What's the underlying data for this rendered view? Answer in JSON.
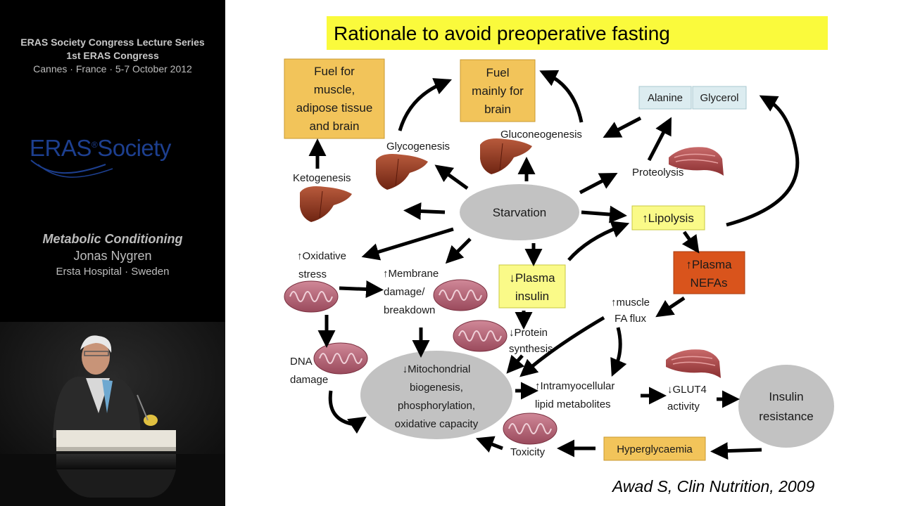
{
  "sidebar": {
    "series_title": "ERAS Society Congress Lecture Series",
    "congress": "1st ERAS Congress",
    "location": "Cannes · France · 5-7 October 2012",
    "logo_text": "ERAS",
    "logo_mark": "®",
    "logo_word": "Society",
    "talk_title": "Metabolic Conditioning",
    "speaker": "Jonas Nygren",
    "affiliation": "Ersta Hospital · Sweden"
  },
  "slide": {
    "title": "Rationale to avoid preoperative fasting",
    "citation": "Awad S, Clin Nutrition, 2009",
    "colors": {
      "banner": "#fafa3c",
      "fuel_box": "#f2c45a",
      "amino_box": "#dcecf0",
      "lipolysis_box": "#fafa88",
      "nefa_box": "#d9541c",
      "ellipse": "#c2c2c2"
    },
    "nodes": {
      "fuel_muscle": [
        "Fuel for",
        "muscle,",
        "adipose tissue",
        "and brain"
      ],
      "fuel_brain": [
        "Fuel",
        "mainly for",
        "brain"
      ],
      "alanine": "Alanine",
      "glycerol": "Glycerol",
      "gluconeogenesis": "Gluconeogenesis",
      "glycogenesis": "Glycogenesis",
      "ketogenesis": "Ketogenesis",
      "proteolysis": "Proteolysis",
      "starvation": "Starvation",
      "lipolysis": "↑Lipolysis",
      "oxidative_stress": [
        "↑Oxidative",
        "stress"
      ],
      "membrane": [
        "↑Membrane",
        "damage/",
        "breakdown"
      ],
      "plasma_insulin": [
        "↓Plasma",
        "insulin"
      ],
      "plasma_nefas": [
        "↑Plasma",
        "NEFAs"
      ],
      "muscle_fa_flux": [
        "↑muscle",
        "FA flux"
      ],
      "protein_synthesis": [
        "↓Protein",
        "synthesis"
      ],
      "dna_damage": [
        "DNA",
        "damage"
      ],
      "mitochondrial": [
        "↓Mitochondrial",
        "biogenesis,",
        "phosphorylation,",
        "oxidative capacity"
      ],
      "intramyocellular": [
        "↑Intramyocellular",
        "lipid metabolites"
      ],
      "glut4": [
        "↓GLUT4",
        "activity"
      ],
      "insulin_resistance": [
        "Insulin",
        "resistance"
      ],
      "hyperglycaemia": "Hyperglycaemia",
      "toxicity": "Toxicity"
    }
  }
}
